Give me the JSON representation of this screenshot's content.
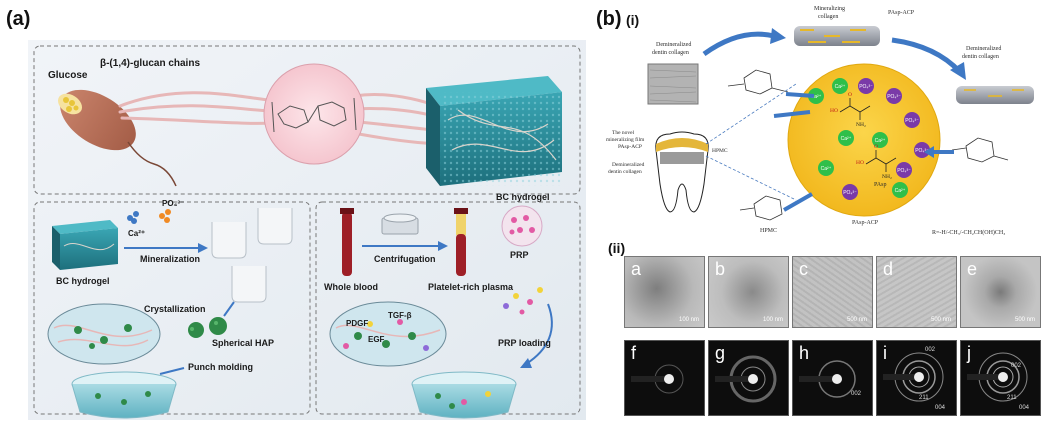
{
  "panel_a": {
    "label": "(a)",
    "top": {
      "glucose": "Glucose",
      "chains": "β-(1,4)-glucan chains",
      "bc_hydrogel": "BC hydrogel"
    },
    "left": {
      "bc_hydrogel": "BC hydrogel",
      "ca": "Ca²⁺",
      "po4": "PO₄³⁻",
      "mineralization": "Mineralization",
      "crystallization": "Crystallization",
      "spherical_hap": "Spherical HAP",
      "punch_molding": "Punch molding"
    },
    "right": {
      "centrifugation": "Centrifugation",
      "prp": "PRP",
      "whole_blood": "Whole blood",
      "platelet_rich_plasma": "Platelet-rich plasma",
      "pdgf": "PDGF",
      "tgf": "TGF-β",
      "egf": "EGF",
      "prp_loading": "PRP loading"
    }
  },
  "panel_b": {
    "label": "(b)",
    "sub_i": "(i)",
    "sub_ii": "(ii)",
    "scheme": {
      "mineralizing_collagen": [
        "Mineralizing",
        "collagen"
      ],
      "pasp_acp_top": "PAsp-ACP",
      "demin_top_left": [
        "Demineralized",
        "dentin collagen"
      ],
      "demin_right": [
        "Demineralized",
        "dentin collagen"
      ],
      "novel_film": [
        "The novel",
        "mineralizing film"
      ],
      "pasp_acp_left": "PAsp-ACP",
      "demin_tooth": [
        "Demineralized",
        "dentin collagen"
      ],
      "hpmc_tooth": "HPMC",
      "hpmc_bottom": "HPMC",
      "pasp": "PAsp",
      "pasp_acp_circle": "PAsp-ACP",
      "formula": "R=-H/-CH₃/-CH₂CH(OH)CH₃",
      "ion_ca": "Ca²⁺",
      "ion_po": "PO₄³⁻",
      "nh2": "NH₂",
      "ho": "HO",
      "o": "O"
    },
    "tem": [
      {
        "letter": "a",
        "scale": "100 nm"
      },
      {
        "letter": "b",
        "scale": "100 nm"
      },
      {
        "letter": "c",
        "scale": "500 nm"
      },
      {
        "letter": "d",
        "scale": "500 nm"
      },
      {
        "letter": "e",
        "scale": "500 nm"
      }
    ],
    "saed": [
      {
        "letter": "f",
        "rings": []
      },
      {
        "letter": "g",
        "rings": []
      },
      {
        "letter": "h",
        "rings": [
          "002"
        ]
      },
      {
        "letter": "i",
        "rings": [
          "002",
          "211",
          "004"
        ]
      },
      {
        "letter": "j",
        "rings": [
          "002",
          "211",
          "004"
        ]
      }
    ]
  },
  "colors": {
    "panel_a_bg": "#e9eef3",
    "hydrogel": "#2b8f9e",
    "yellow_circle": "#f4c430",
    "ca_ion": "#2fbf4a",
    "po_ion": "#7a3aa8",
    "arrow_blue": "#3e78c4",
    "fiber_pink": "#e7b7b7"
  }
}
